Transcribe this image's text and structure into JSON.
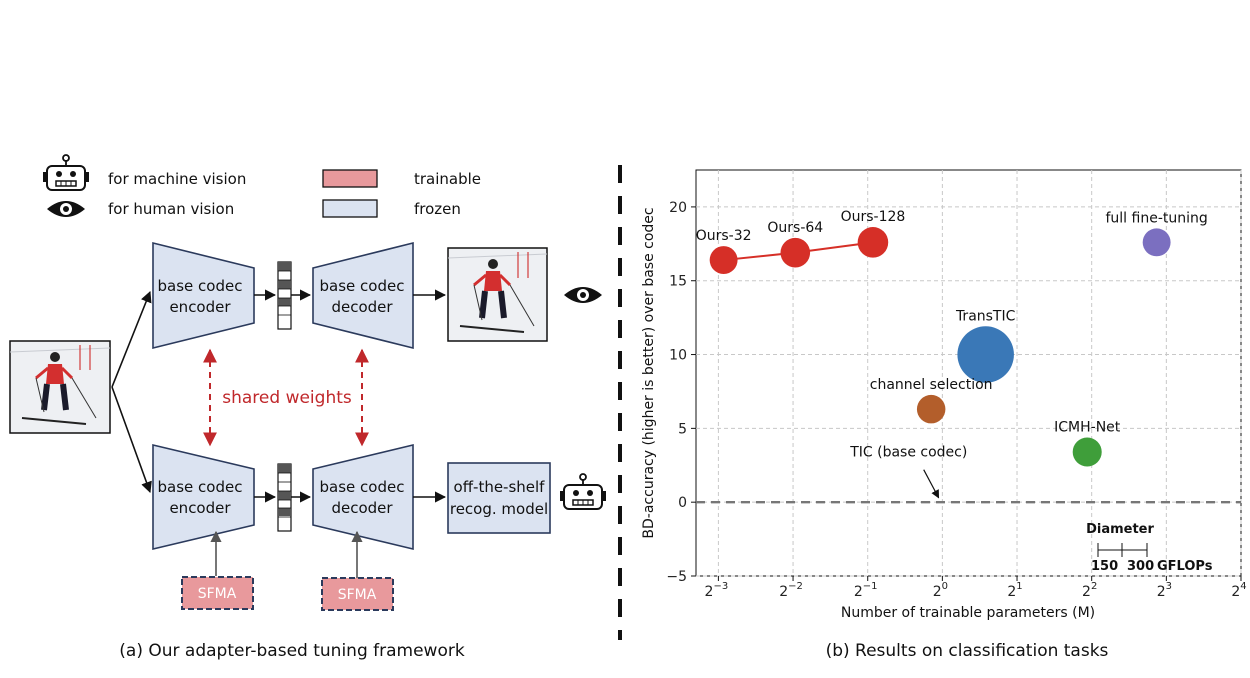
{
  "legend": {
    "machine": "for machine vision",
    "human": "for human vision",
    "trainable": "trainable",
    "frozen": "frozen"
  },
  "diagram": {
    "encoder_line1": "base codec",
    "encoder_line2": "encoder",
    "decoder_line1": "base codec",
    "decoder_line2": "decoder",
    "shared": "shared weights",
    "recog_line1": "off-the-shelf",
    "recog_line2": "recog. model",
    "sfma": "SFMA",
    "caption": "(a) Our adapter-based tuning framework"
  },
  "colors": {
    "frozen_fill": "#dbe3f1",
    "frozen_stroke": "#2b3a5c",
    "trainable_fill": "#e8999c",
    "shared_red": "#c0282b"
  },
  "chart_caption": "(b) Results on classification tasks",
  "chart_data": {
    "type": "scatter",
    "xlabel": "Number of trainable parameters (M)",
    "ylabel": "BD-accuracy (higher is better) over base codec",
    "x_scale": "log2",
    "xlim_exp": [
      -3.3,
      4
    ],
    "ylim": [
      -5,
      22.5
    ],
    "x_ticks": [
      {
        "base": "2",
        "exp": "−3",
        "e": -3
      },
      {
        "base": "2",
        "exp": "−2",
        "e": -2
      },
      {
        "base": "2",
        "exp": "−1",
        "e": -1
      },
      {
        "base": "2",
        "exp": "0",
        "e": 0
      },
      {
        "base": "2",
        "exp": "1",
        "e": 1
      },
      {
        "base": "2",
        "exp": "2",
        "e": 2
      },
      {
        "base": "2",
        "exp": "3",
        "e": 3
      },
      {
        "base": "2",
        "exp": "4",
        "e": 4
      }
    ],
    "y_ticks": [
      {
        "label": "−5",
        "v": -5
      },
      {
        "label": "0",
        "v": 0
      },
      {
        "label": "5",
        "v": 5
      },
      {
        "label": "10",
        "v": 10
      },
      {
        "label": "15",
        "v": 15
      },
      {
        "label": "20",
        "v": 20
      }
    ],
    "grid": true,
    "baseline": {
      "y": 0,
      "label": "TIC (base codec)"
    },
    "points": [
      {
        "label": "Ours-32",
        "x_exp": -2.93,
        "y": 16.4,
        "gflops": 60,
        "color": "#d62f27"
      },
      {
        "label": "Ours-64",
        "x_exp": -1.97,
        "y": 16.9,
        "gflops": 75,
        "color": "#d62f27"
      },
      {
        "label": "Ours-128",
        "x_exp": -0.93,
        "y": 17.6,
        "gflops": 85,
        "color": "#d62f27"
      },
      {
        "label": "full fine-tuning",
        "x_exp": 2.87,
        "y": 17.6,
        "gflops": 60,
        "color": "#7b6fc0"
      },
      {
        "label": "TransTIC",
        "x_exp": 0.58,
        "y": 10.0,
        "gflops": 560,
        "color": "#3a78b7"
      },
      {
        "label": "channel selection",
        "x_exp": -0.15,
        "y": 6.3,
        "gflops": 65,
        "color": "#b35e2b"
      },
      {
        "label": "ICMH-Net",
        "x_exp": 1.94,
        "y": 3.4,
        "gflops": 70,
        "color": "#3f9e3a"
      }
    ],
    "connected_series": [
      "Ours-32",
      "Ours-64",
      "Ours-128"
    ],
    "size_legend": {
      "title": "Diameter",
      "values": [
        150,
        300
      ],
      "unit": "GFLOPs"
    }
  }
}
